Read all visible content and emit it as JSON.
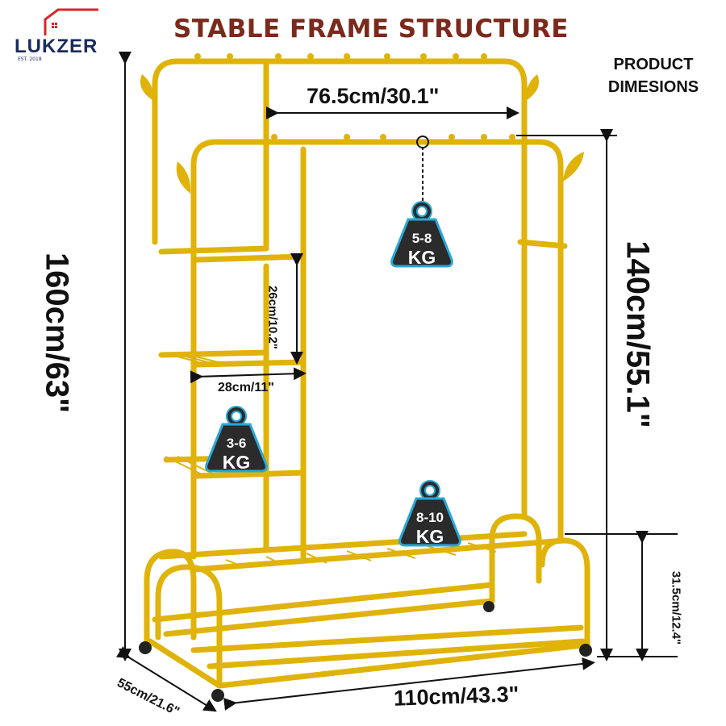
{
  "header": {
    "title": "STABLE FRAME STRUCTURE",
    "product_dimensions": [
      "PRODUCT",
      "DIMESIONS"
    ]
  },
  "logo": {
    "brand": "LUKZER",
    "tagline": "EST. 2018",
    "colors": {
      "brand": "#1a2b5c",
      "roof": "#d8262b"
    }
  },
  "dimensions": {
    "top_width": "76.5cm/30.1\"",
    "total_height": "160cm/63\"",
    "rail_height": "140cm/55.1\"",
    "shelf_spacing": "26cm/10.2\"",
    "shelf_width": "28cm/11\"",
    "base_height": "31.5cm/12.4\"",
    "total_width": "110cm/43.3\"",
    "depth": "55cm/21.6\""
  },
  "load_ratings": {
    "rail": {
      "range": "5-8",
      "unit": "KG"
    },
    "shelf": {
      "range": "3-6",
      "unit": "KG"
    },
    "base": {
      "range": "8-10",
      "unit": "KG"
    }
  },
  "colors": {
    "frame": "#e4b80a",
    "frame_dark": "#b68c00",
    "title": "#7a2a1c",
    "weight": "#2b2b2b",
    "weight_outline": "#29a8d8"
  },
  "icons": [
    "kettlebell-weight-icon",
    "house-roof-icon"
  ]
}
